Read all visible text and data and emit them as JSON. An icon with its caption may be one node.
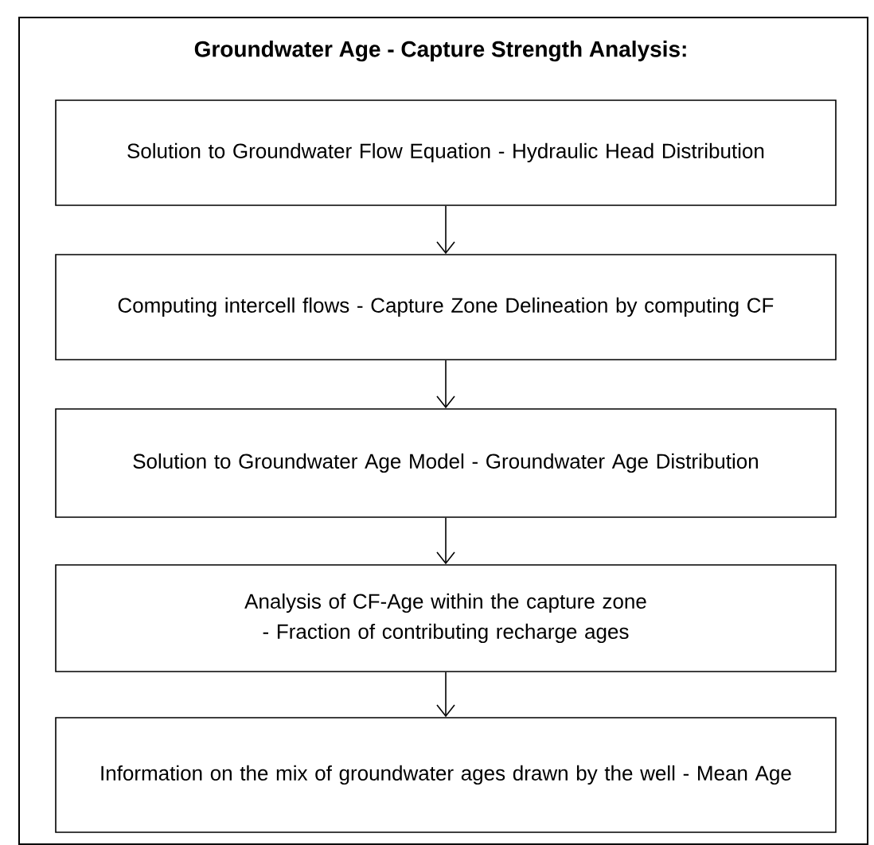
{
  "diagram": {
    "nodes": [
      {
        "text": [
          "Groundwater Age - Capture Strength Analysis:"
        ]
      },
      {
        "text": [
          "Solution to Groundwater Flow Equation - Hydraulic Head Distribution"
        ],
        "in": 0
      },
      {
        "text": [
          "Computing intercell flows - Capture Zone Delineation by computing CF"
        ],
        "in": 0
      },
      {
        "text": [
          "Solution to Groundwater Age Model - Groundwater Age Distribution"
        ],
        "in": 0
      },
      {
        "text": [
          "Analysis of CF-Age within the capture zone - Fraction of contributing recharge ages"
        ],
        "in": 0
      },
      {
        "text": [
          "Information on the mix of groundwater ages drawn by the well - Mean Age"
        ],
        "in": 0
      }
    ],
    "edges": [
      {
        "from": 1,
        "to": 2,
        "arrow": "to"
      },
      {
        "from": 2,
        "to": 3,
        "arrow": "to"
      },
      {
        "from": 3,
        "to": 4,
        "arrow": "to"
      },
      {
        "from": 4,
        "to": 5,
        "arrow": "to"
      }
    ]
  }
}
